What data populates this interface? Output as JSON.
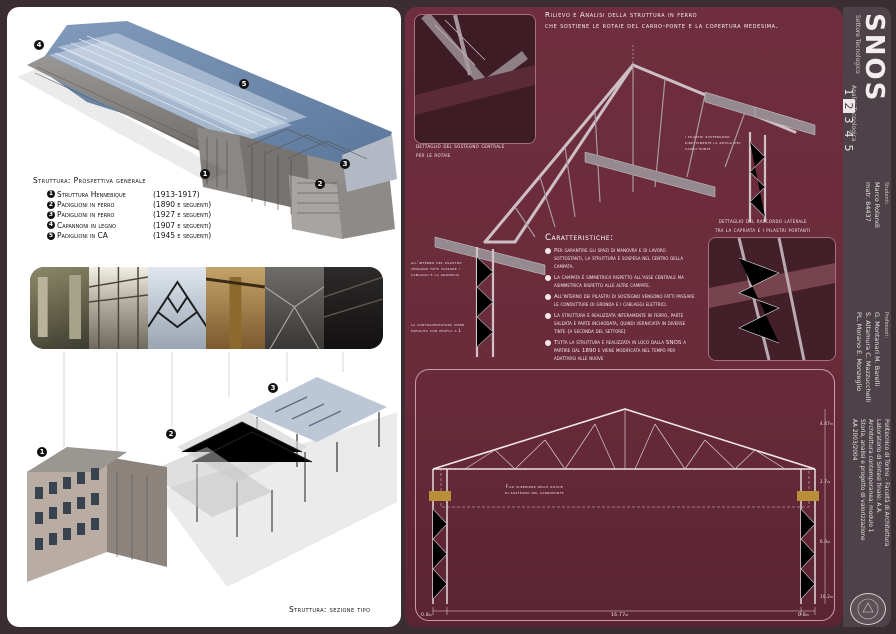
{
  "poster": {
    "badges": [
      "1",
      "2",
      "3",
      "4",
      "5"
    ],
    "left": {
      "structure_caption": "Struttura: Prospettiva generale",
      "legend": [
        {
          "num": "1",
          "label": "Struttura Hennebique",
          "years": "(1913-1917)"
        },
        {
          "num": "2",
          "label": "Padiglioni in ferro",
          "years": "(1890 e seguenti)"
        },
        {
          "num": "3",
          "label": "Padiglioni in ferro",
          "years": "(1927 e seguenti)"
        },
        {
          "num": "4",
          "label": "Capannoni in legno",
          "years": "(1907 e seguenti)"
        },
        {
          "num": "5",
          "label": "Padiglioni in CA",
          "years": "(1945 e seguenti)"
        }
      ],
      "section_caption": "Struttura: sezione tipo"
    },
    "right": {
      "title_line1": "Rilievo e Analisi della struttura in ferro",
      "title_line2": "che sostiene le rotaie del carro-ponte e la copertura medesima.",
      "inset1_caption_1": "dettaglio del sostegno centrale",
      "inset1_caption_2": "per le rotaie",
      "inset2_caption_1": "dettaglio del raccordo laterale",
      "inset2_caption_2": "tra la capriata e i pilastri portanti",
      "note_right": "i pilastri sostengono direttamente la rotaia del carro-ponte",
      "note_left_1": "all'interno del pilastro vengono fatti passare i cablaggi e la grondaia",
      "note_left_2": "la controventatura viene eseguita con profili a L",
      "features_heading": "Caratteristiche:",
      "features": [
        "Per garantire gli spazi di manovra e di lavoro sottostanti, la struttura è sospesa nel centro della campata.",
        "La campata è simmetrica rispetto all'asse centrale ma asimmetrica rispetto alle altre campate.",
        "All'interno dei pilastri di sostegno vengono fatti passare le condutture di gronda e i cablaggi elettrici.",
        "La struttura è realizzata interamente in ferro, parte saldata e parte inchiodata, quindi verniciata in diverse tinte (a seconda del settore)",
        "Tutta la struttura è realizzata in loco dalla SNOS a partire dal 1890 e viene modificata nel tempo per adattarsi alle nuove"
      ],
      "section_note_1": "Filo superiore delle rotaie",
      "section_note_2": "di sostegno del carroponte",
      "dim_left": "0.8m",
      "dim_center": "16.77m",
      "dim_right": "0.8m",
      "dim_height_1": "4.47m",
      "dim_height_2": "2.7m",
      "dim_height_3": "6.0m",
      "dim_height_4": "10.2m"
    },
    "side": {
      "logo": "SNOS",
      "subtitle": "Settore Tecnologico",
      "tabs_label": "Analisi Tecnologica",
      "pages": [
        "1",
        "2",
        "3",
        "4",
        "5"
      ],
      "active_page": "2",
      "students_label": "Studenti:",
      "students": [
        "Marco Rolandi",
        "matr. 84437"
      ],
      "professors_label": "Professori:",
      "professors": [
        "G. Montanari  M. Barelli",
        "S. Altamura  C. Mazzucchelli",
        "PL. Morano  E. Monzeglio"
      ],
      "institution": [
        "Politecnico di Torino - Facoltà di Architettura",
        "Laboratorio di Sintesi finale: A.A.",
        "Architettura contemporanea: modulo 1",
        "Storia, analisi e progetto di valorizzazione",
        "AA 2003/2004"
      ],
      "seal_text": "Politecnico di Torino"
    }
  }
}
